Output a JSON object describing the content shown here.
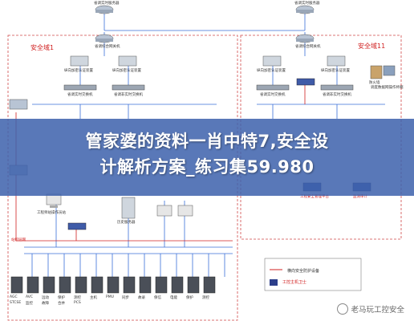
{
  "title_banner": {
    "line1": "管家婆的资料一肖中特7,安全设",
    "line2": "计解析方案_练习集59.980"
  },
  "watermark": "老马玩工控安全",
  "zones": {
    "left": "安全域1",
    "right": "安全域11"
  },
  "top_devices": {
    "router1": "省调实时服务器",
    "router2": "省调实时服务器",
    "label_left_mid": "省调综合网关机",
    "label_right_mid": "省调综合网关机"
  },
  "left_row1_labels": [
    "纵向加密认证装置",
    "纵向加密认证装置"
  ],
  "left_row2_labels": [
    "省调实时交换机",
    "省调非实时交换机"
  ],
  "right_row1_labels": [
    "纵向加密认证装置",
    "纵向加密认证装置"
  ],
  "right_row2_labels": [
    "省调实时交换机",
    "省调非实时交换机"
  ],
  "right_side_labels": [
    "防火墙",
    "调度数据网操作终端"
  ],
  "lower_labels": {
    "left_workstation": "工程师站操作员站",
    "center_server": "历史服务器",
    "right_device1": "工程安全管理平台",
    "right_device2": "监测审计"
  },
  "bottom_bar_label": "站控层网",
  "bottom_server_labels": [
    "AGC",
    "AVC",
    "远动",
    "保护",
    "测控",
    "主机",
    "PMU",
    "同步",
    "故录",
    "保信",
    "电能",
    "保护",
    "测控",
    "STCSE",
    "监控",
    "故障",
    "合并",
    "PCS"
  ],
  "legend": {
    "item1": "横向安全防护设备",
    "item2": "工控主机卫士"
  },
  "colors": {
    "banner": "#3e62ac",
    "zone_border": "#d04848",
    "network_line": "#3a6fd8",
    "red_line": "#d02020"
  }
}
